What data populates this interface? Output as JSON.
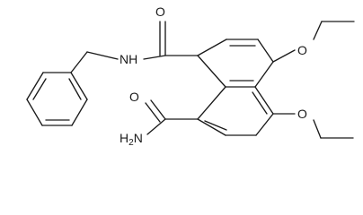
{
  "labels": {
    "amide_oxygen_top": "O",
    "amide_nitrogen_secondary": "NH",
    "amide_oxygen_bottom": "O",
    "amine_h": "H",
    "amine_sub": "2",
    "amine_n": "N",
    "ether_oxygen_top": "O",
    "ether_oxygen_bottom": "O"
  }
}
